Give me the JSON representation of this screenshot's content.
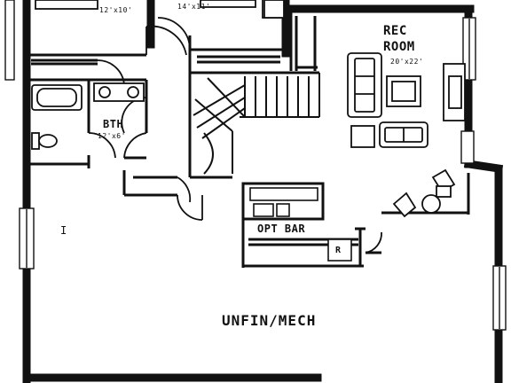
{
  "rooms": {
    "top_left_dims": "12'x10'",
    "top_center_dims": "14'x11'",
    "rec_room_line1": "REC",
    "rec_room_line2": "ROOM",
    "rec_room_dims": "20'x22'",
    "bath_label": "BTH",
    "bath_dims": "12'x6'",
    "opt_bar_label": "OPT BAR",
    "bar_marker": "R",
    "unfin_label": "UNFIN/MECH",
    "left_marker": "I"
  },
  "colors": {
    "ink": "#111111",
    "paper": "#ffffff"
  }
}
